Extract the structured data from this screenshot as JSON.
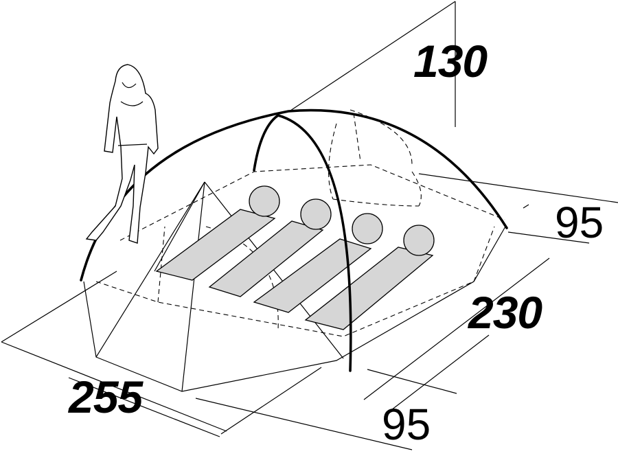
{
  "dimensions": {
    "height": "130",
    "vestibule_back": "95",
    "inner_length": "230",
    "vestibule_front": "95",
    "total_length": "255"
  },
  "occupants": 4,
  "colors": {
    "lines": "#000000",
    "sleeping_pad": "#d6d6d6",
    "background": "#ffffff"
  }
}
